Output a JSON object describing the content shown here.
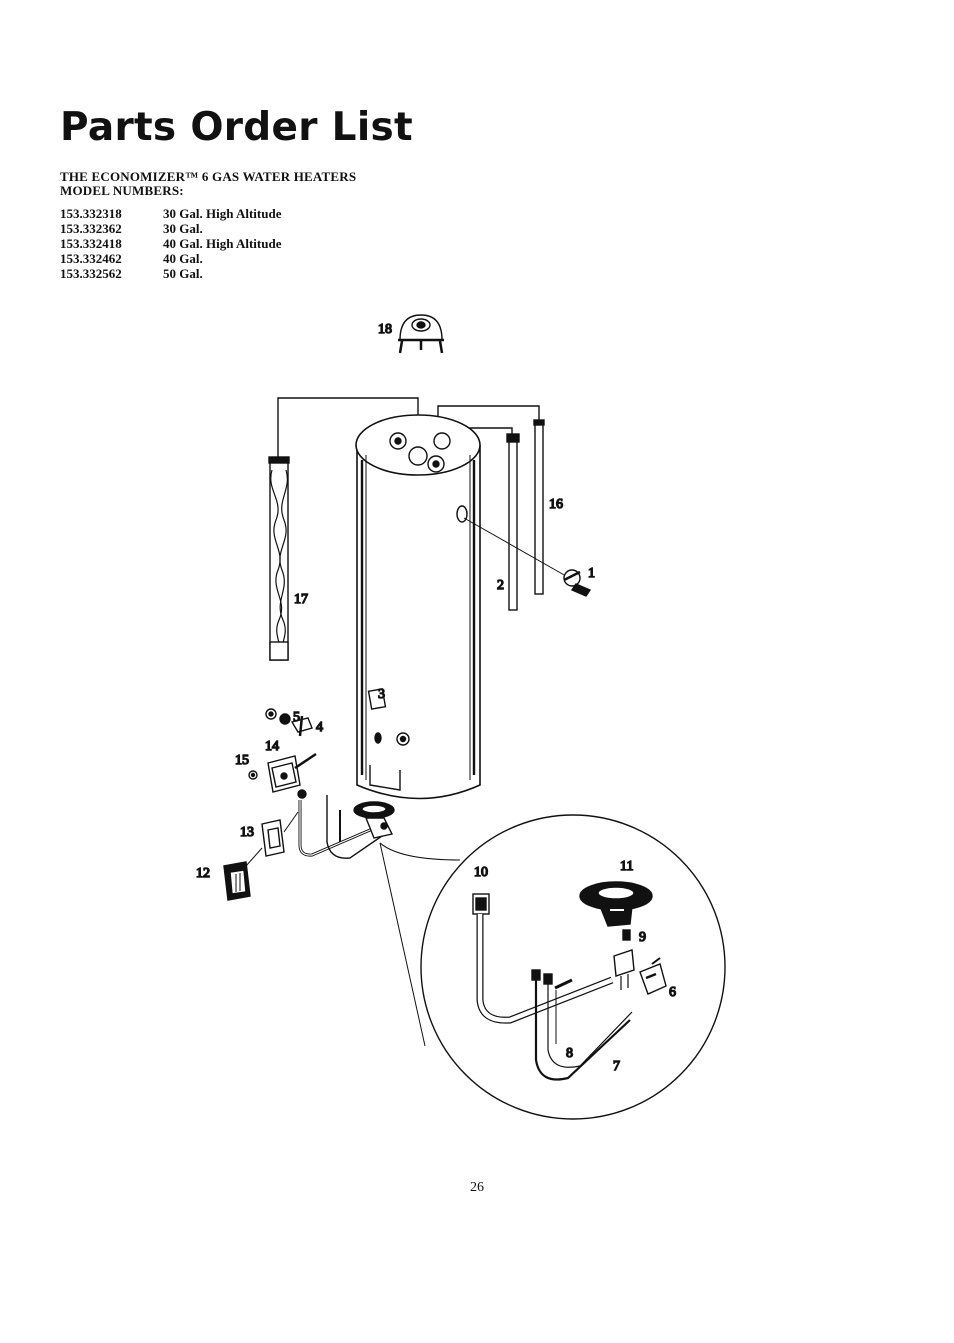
{
  "page": {
    "title": "Parts Order List",
    "heading_line1": "THE ECONOMIZER™ 6 GAS WATER HEATERS",
    "heading_line2": "MODEL NUMBERS:",
    "page_number": "26"
  },
  "models": [
    {
      "number": "153.332318",
      "description": "30 Gal.  High Altitude"
    },
    {
      "number": "153.332362",
      "description": "30 Gal."
    },
    {
      "number": "153.332418",
      "description": "40 Gal. High Altitude"
    },
    {
      "number": "153.332462",
      "description": "40 Gal."
    },
    {
      "number": "153.332562",
      "description": "50 Gal."
    }
  ],
  "diagram": {
    "callouts": {
      "c1": "1",
      "c2": "2",
      "c3": "3",
      "c4": "4",
      "c5": "5",
      "c6": "6",
      "c7": "7",
      "c8": "8",
      "c9": "9",
      "c10": "10",
      "c11": "11",
      "c12": "12",
      "c13": "13",
      "c14": "14",
      "c15": "15",
      "c16": "16",
      "c17": "17",
      "c18": "18"
    }
  }
}
